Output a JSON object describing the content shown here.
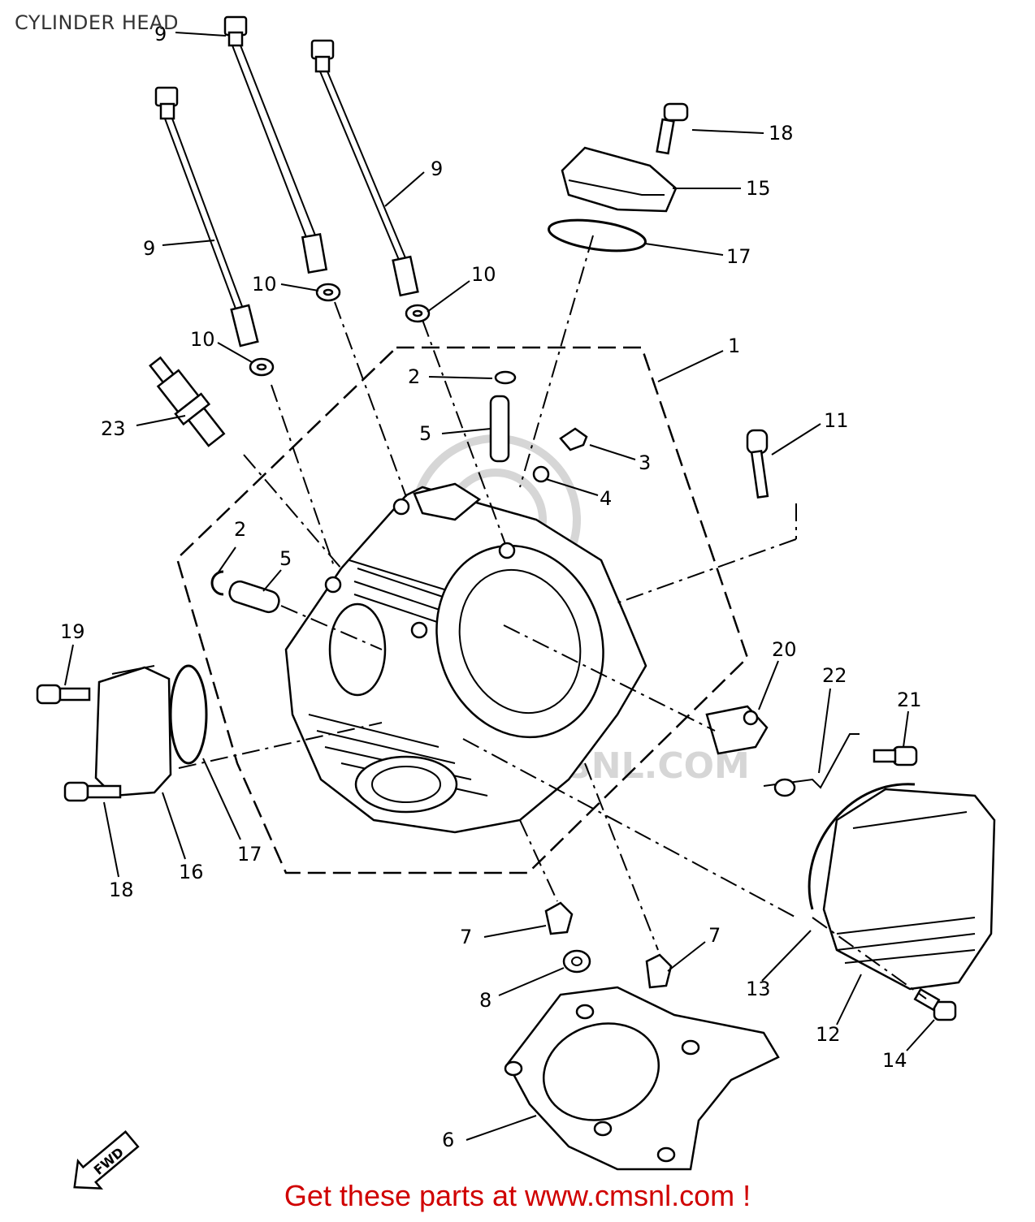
{
  "title": "CYLINDER HEAD",
  "footer": "Get these parts at www.cmsnl.com !",
  "watermark_text": "CMSNL.COM",
  "fwd_label": "FWD",
  "callouts": {
    "c9a": "9",
    "c9b": "9",
    "c9c": "9",
    "c10a": "10",
    "c10b": "10",
    "c10c": "10",
    "c18a": "18",
    "c15": "15",
    "c17a": "17",
    "c1": "1",
    "c2a": "2",
    "c5a": "5",
    "c3": "3",
    "c4": "4",
    "c11": "11",
    "c23": "23",
    "c2b": "2",
    "c5b": "5",
    "c19": "19",
    "c20": "20",
    "c22": "22",
    "c21": "21",
    "c18b": "18",
    "c16": "16",
    "c17b": "17",
    "c7a": "7",
    "c7b": "7",
    "c8": "8",
    "c13": "13",
    "c12": "12",
    "c14": "14",
    "c6": "6"
  },
  "colors": {
    "footer": "#d00000",
    "title": "#333333",
    "line": "#000000",
    "watermark": "#d6d6d6"
  }
}
